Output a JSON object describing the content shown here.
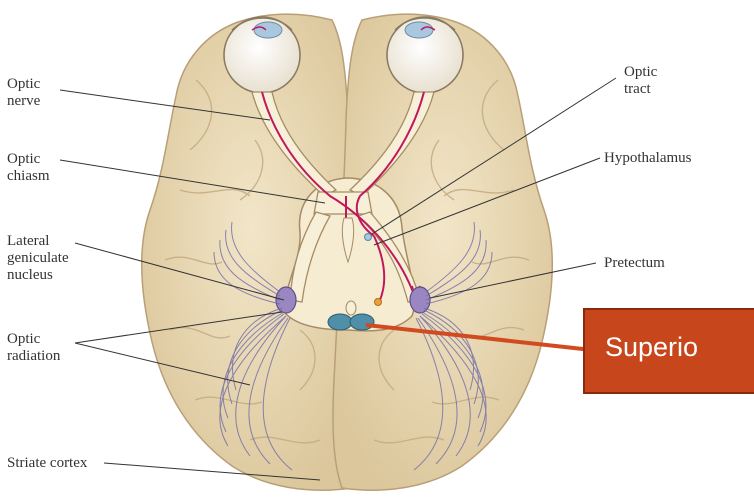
{
  "labels": {
    "optic_nerve": "Optic\nnerve",
    "optic_chiasm": "Optic\nchiasm",
    "lateral_geniculate_nucleus": "Lateral\ngeniculate\nnucleus",
    "optic_radiation": "Optic\nradiation",
    "striate_cortex": "Striate cortex",
    "optic_tract": "Optic\ntract",
    "hypothalamus": "Hypothalamus",
    "pretectum": "Pretectum"
  },
  "callout": {
    "text": "Superio"
  },
  "colors": {
    "brain": "#ebdcb8",
    "brain_outline": "#b89f77",
    "pathway": "#f7efd8",
    "nucleus": "#9a86c0",
    "radiation": "#6e6aa8",
    "signal": "#c0185a",
    "colliculus": "#4f8fa8",
    "callout_box": "#c8461b",
    "callout_line": "#d24a1f"
  }
}
